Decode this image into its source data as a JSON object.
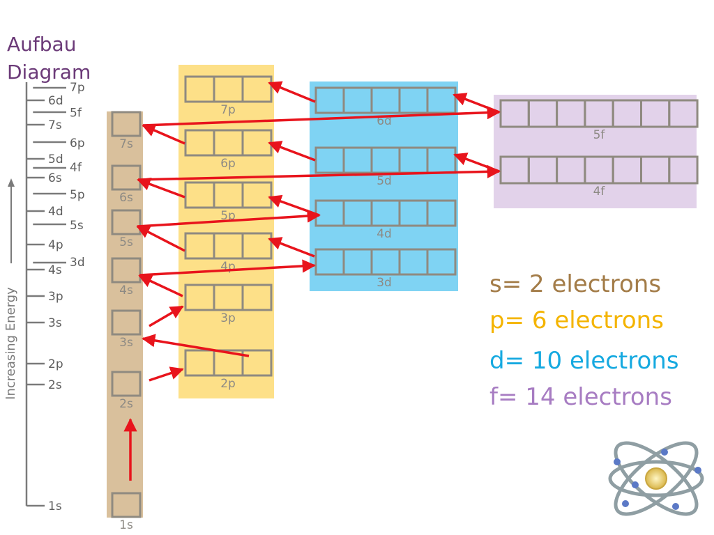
{
  "title": {
    "line1": "Aufbau",
    "line2": "Diagram"
  },
  "energy_axis": {
    "label": "Increasing Energy",
    "levels": [
      "1s",
      "2s",
      "2p",
      "3s",
      "3p",
      "4s",
      "3d",
      "4p",
      "5s",
      "4d",
      "5p",
      "6s",
      "4f",
      "5d",
      "6p",
      "7s",
      "5f",
      "6d",
      "7p"
    ]
  },
  "sublevels": {
    "s": [
      "1s",
      "2s",
      "3s",
      "4s",
      "5s",
      "6s",
      "7s"
    ],
    "p": [
      "2p",
      "3p",
      "4p",
      "5p",
      "6p",
      "7p"
    ],
    "d": [
      "3d",
      "4d",
      "5d",
      "6d"
    ],
    "f": [
      "4f",
      "5f"
    ]
  },
  "fill_order": [
    "1s",
    "2s",
    "2p",
    "3s",
    "3p",
    "4s",
    "3d",
    "4p",
    "5s",
    "4d",
    "5p",
    "6s",
    "4f",
    "5d",
    "6p",
    "7s",
    "5f",
    "6d",
    "7p"
  ],
  "legend": {
    "s": "s= 2 electrons",
    "p": "p= 6 electrons",
    "d": "d= 10 electrons",
    "f": "f= 14 electrons"
  },
  "colors": {
    "title": "#6b3a78",
    "s_column": "#d9c09c",
    "p_column": "#fde088",
    "d_column": "#7fd3f3",
    "f_column": "#e2d2ea",
    "arrow": "#e8141c",
    "box_stroke": "#8f8a80",
    "legend_s": "#a37c48",
    "legend_p": "#f4b400",
    "legend_d": "#15a9e0",
    "legend_f": "#a77cc2"
  },
  "decoration": "atom-icon"
}
